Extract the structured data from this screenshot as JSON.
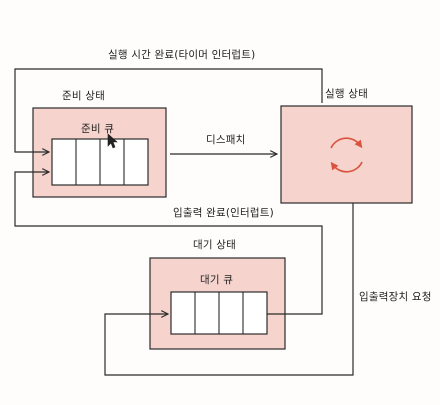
{
  "labels": {
    "timeout": "실행 시간 완료(타이머 인터럽트)",
    "ready_state": "준비 상태",
    "ready_queue": "준비 큐",
    "running_state": "실행 상태",
    "dispatch": "디스패치",
    "io_done": "입출력 완료(인터럽트)",
    "waiting_state": "대기 상태",
    "waiting_queue": "대기 큐",
    "io_request": "입출력장치 요청"
  },
  "colors": {
    "box_fill": "#f6d3cc",
    "stroke": "#2b2b2b",
    "cycle_arrow": "#d9533f"
  },
  "icons": {
    "cursor": "mouse-pointer-icon",
    "cycle": "refresh-cycle-icon"
  }
}
